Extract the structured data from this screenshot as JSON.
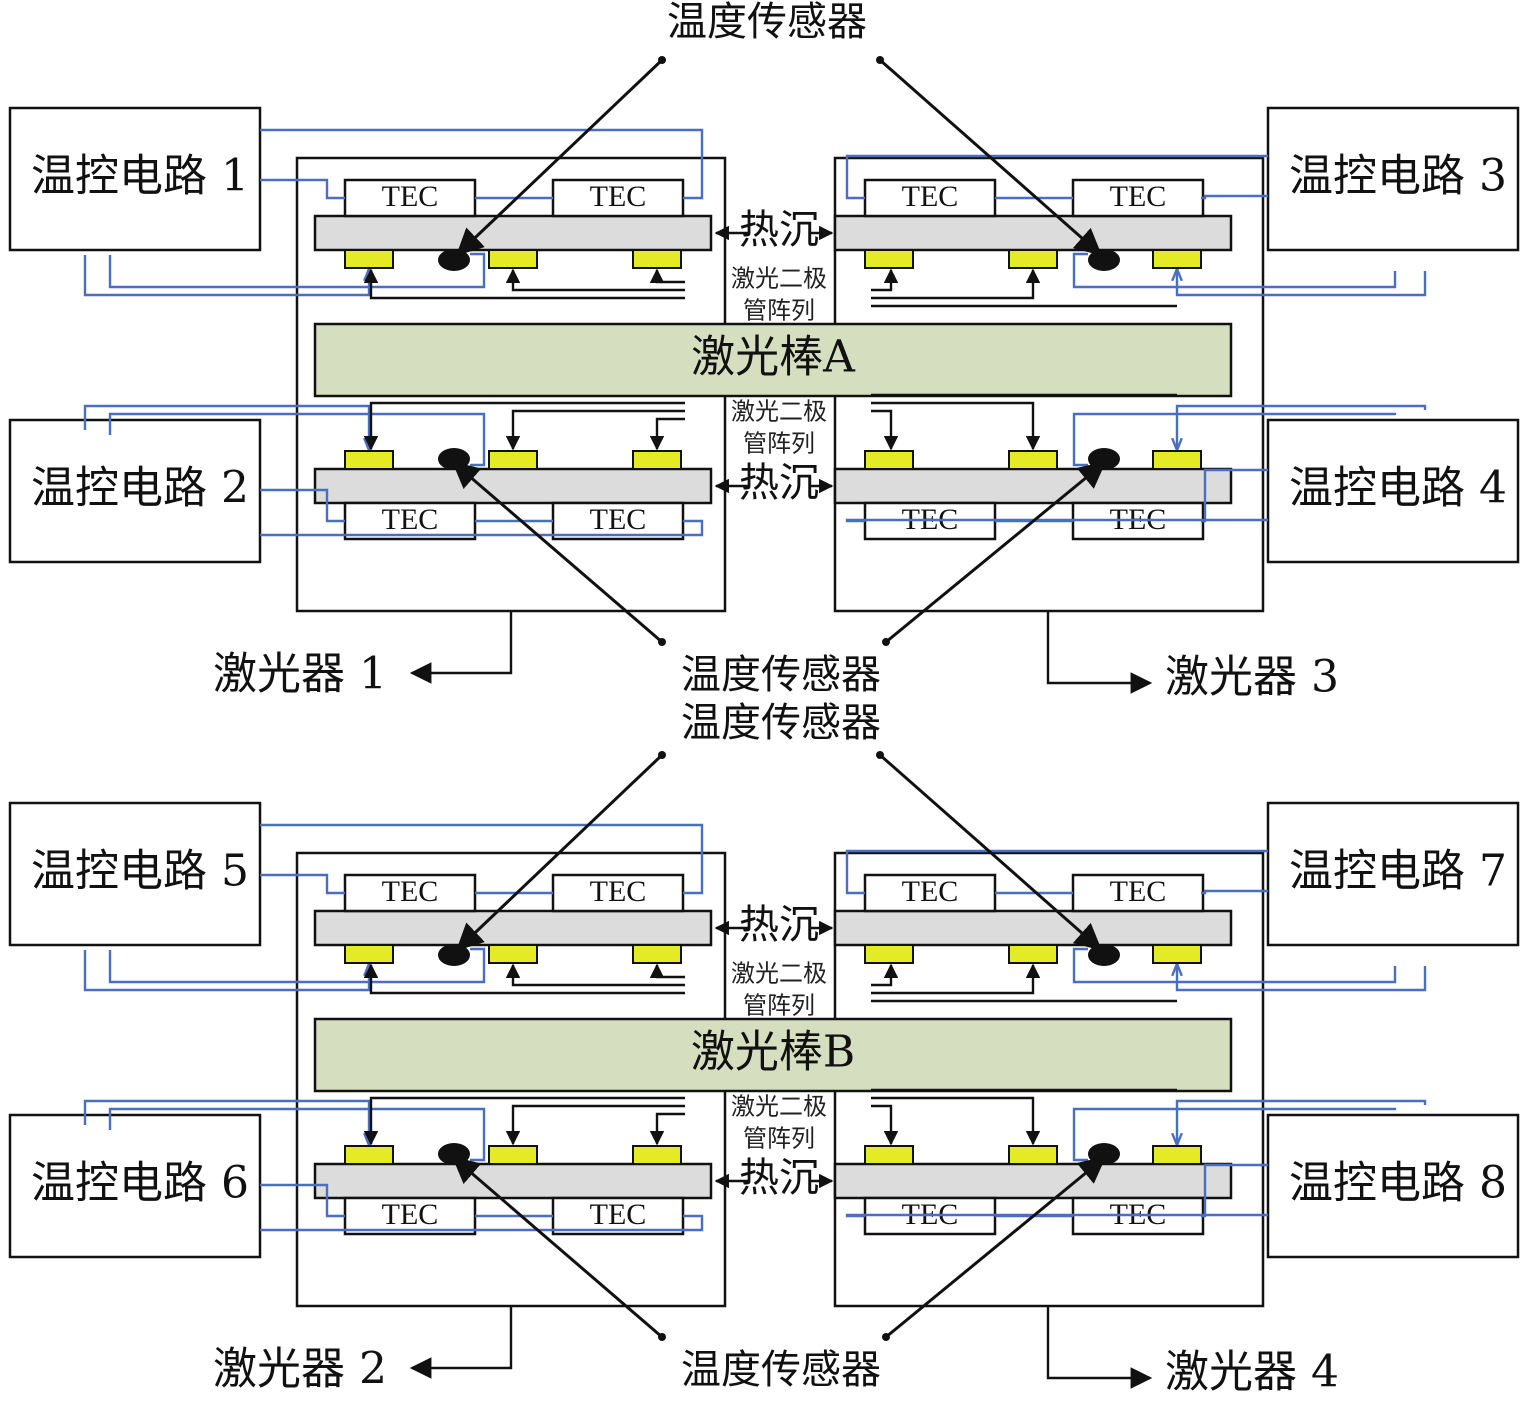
{
  "colors": {
    "wire": "#4a6fc0",
    "heat_sink": "#dcdcdc",
    "laser_rod": "#d5dfc0",
    "diode": "#e4ea23",
    "outline": "#111111"
  },
  "labels": {
    "sensor": "温度传感器",
    "tec": "TEC",
    "heat_sink": "热沉",
    "diode_array_line1": "激光二极",
    "diode_array_line2": "管阵列"
  },
  "circuits": [
    "温控电路 1",
    "温控电路 2",
    "温控电路 3",
    "温控电路 4",
    "温控电路 5",
    "温控电路 6",
    "温控电路 7",
    "温控电路 8"
  ],
  "lasers": [
    "激光器 1",
    "激光器 2",
    "激光器 3",
    "激光器 4"
  ],
  "rods": [
    "激光棒A",
    "激光棒B"
  ],
  "icons": {
    "sensor": "black-ellipse-dot",
    "diode": "yellow-rectangle",
    "arrow": "black-arrowhead"
  }
}
